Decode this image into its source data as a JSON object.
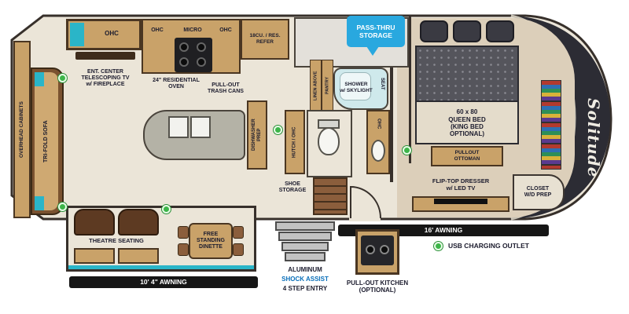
{
  "brand": "Solitude",
  "callouts": {
    "pass_thru": "PASS-THRU\nSTORAGE"
  },
  "labels": {
    "ohc_rear_slide": "OHC",
    "ent_center": "ENT. CENTER\nTELESCOPING TV\nw/ FIREPLACE",
    "ohc_kitchen_left": "OHC",
    "micro": "MICRO",
    "ohc_kitchen_right": "OHC",
    "oven": "24\" RESIDENTIAL\nOVEN",
    "trash_cans": "PULL-OUT\nTRASH CANS",
    "refer": "18CU. / RES.\nREFER",
    "overhead_cabinets": "OVERHEAD CABINETS",
    "tri_fold_sofa": "TRI-FOLD SOFA",
    "dishwasher_prep": "DISHWASHER\nPREP",
    "hutch_ohc": "HUTCH / OHC",
    "linen_above": "LINEN ABOVE",
    "pantry": "PANTRY",
    "shower": "SHOWER\nw/ SKYLIGHT",
    "seat": "SEAT",
    "ohc_bath": "OHC",
    "shoe_storage": "SHOE\nSTORAGE",
    "queen_bed": "60 x 80\nQUEEN BED\n(KING BED\nOPTIONAL)",
    "pullout_ottoman": "PULLOUT\nOTTOMAN",
    "flip_top_dresser": "FLIP-TOP DRESSER\nw/ LED TV",
    "closet_wd": "CLOSET\nW/D PREP",
    "theatre_seating": "THEATRE SEATING",
    "dinette": "FREE\nSTANDING\nDINETTE",
    "awning_left": "10' 4\" AWNING",
    "awning_right": "16' AWNING",
    "steps_line1": "ALUMINUM",
    "steps_line2": "SHOCK ASSIST",
    "steps_line3": "4 STEP ENTRY",
    "pullout_kitchen": "PULL-OUT KITCHEN\n(OPTIONAL)",
    "usb_legend": "USB CHARGING OUTLET"
  },
  "colors": {
    "pass_thru_blue": "#29a8df",
    "usb_green": "#3db549",
    "shock_assist_blue": "#0a6fba",
    "awning_black": "#161616",
    "cap_dark": "#2c2c34",
    "wood": "#c9a269",
    "teal_accent": "#2ab5c8",
    "floor": "#ebe5d8"
  }
}
